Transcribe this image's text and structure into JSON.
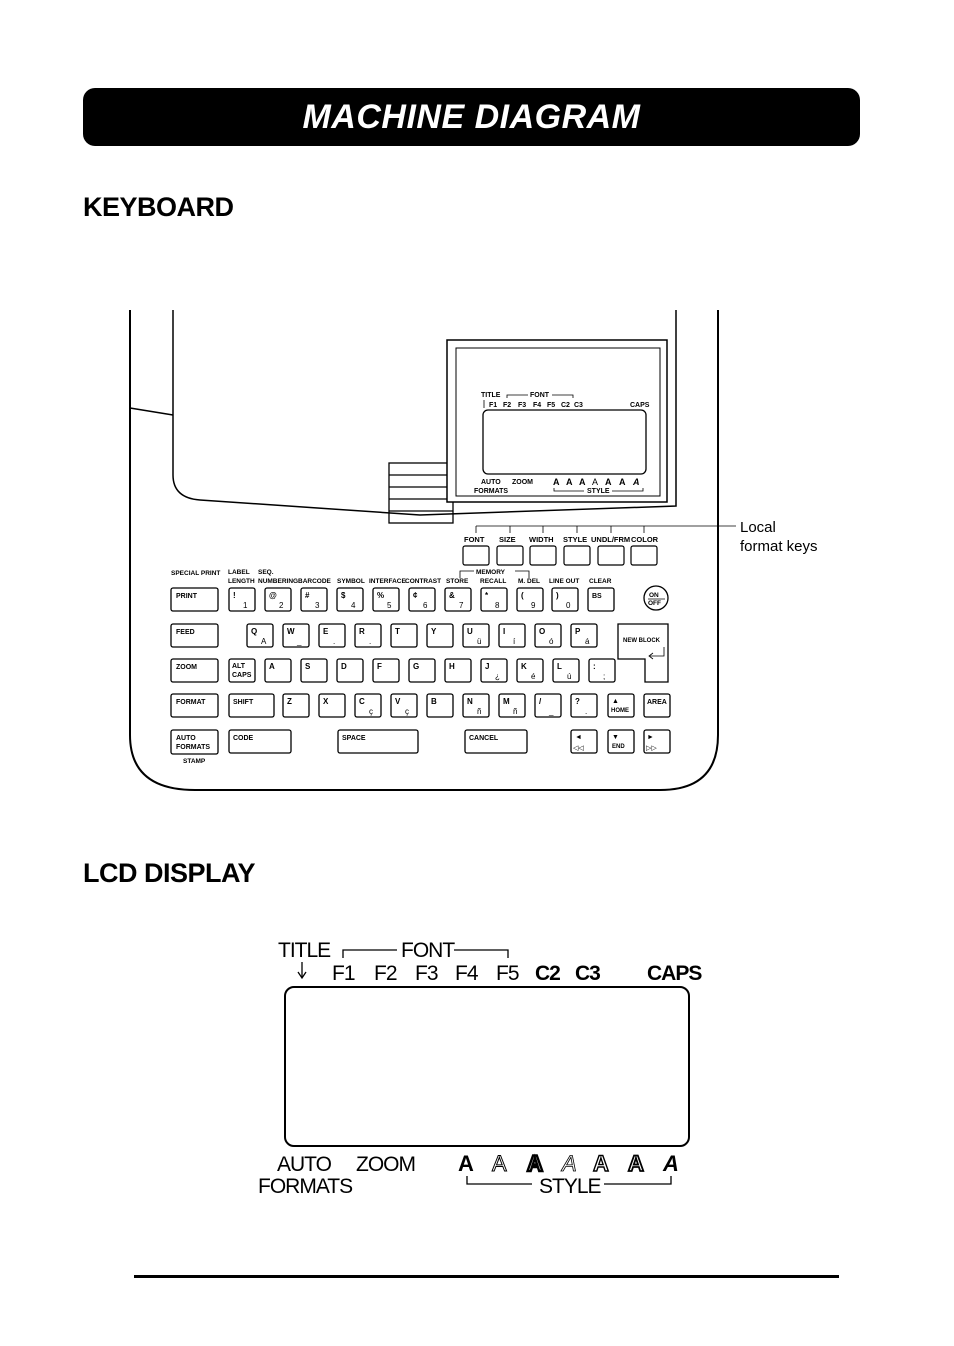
{
  "banner": {
    "title": "MACHINE DIAGRAM"
  },
  "sections": {
    "keyboard": "KEYBOARD",
    "lcd": "LCD DISPLAY"
  },
  "callout": {
    "line1": "Local",
    "line2": "format keys"
  },
  "small_lcd": {
    "title": "TITLE",
    "font": "FONT",
    "fonts": [
      "F1",
      "F2",
      "F3",
      "F4",
      "F5",
      "C2",
      "C3"
    ],
    "caps": "CAPS",
    "auto": "AUTO",
    "formats": "FORMATS",
    "zoom": "ZOOM",
    "style": "STYLE"
  },
  "format_keys": [
    "FONT",
    "SIZE",
    "WIDTH",
    "STYLE",
    "UNDL/FRM",
    "COLOR"
  ],
  "function_labels": {
    "special_print": "SPECIAL PRINT",
    "label": "LABEL",
    "length": "LENGTH",
    "seq": "SEQ.",
    "numbering": "NUMBERING",
    "barcode": "BARCODE",
    "symbol": "SYMBOL",
    "interface": "INTERFACE",
    "contrast": "CONTRAST",
    "memory": "MEMORY",
    "store": "STORE",
    "recall": "RECALL",
    "mdel": "M. DEL",
    "lineout": "LINE OUT",
    "clear": "CLEAR",
    "stamp": "STAMP"
  },
  "keys": {
    "print": "PRINT",
    "feed": "FEED",
    "zoom": "ZOOM",
    "format": "FORMAT",
    "auto_formats_1": "AUTO",
    "auto_formats_2": "FORMATS",
    "alt": "ALT",
    "caps": "CAPS",
    "shift": "SHIFT",
    "code": "CODE",
    "space": "SPACE",
    "cancel": "CANCEL",
    "bs": "BS",
    "on": "ON",
    "off": "OFF",
    "new_block": "NEW BLOCK",
    "area": "AREA",
    "home": "HOME",
    "end": "END",
    "row1": [
      {
        "top": "!",
        "bottom": "1"
      },
      {
        "top": "@",
        "bottom": "2"
      },
      {
        "top": "#",
        "bottom": "3"
      },
      {
        "top": "$",
        "bottom": "4"
      },
      {
        "top": "%",
        "bottom": "5"
      },
      {
        "top": "¢",
        "bottom": "6"
      },
      {
        "top": "&",
        "bottom": "7"
      },
      {
        "top": "*",
        "bottom": "8"
      },
      {
        "top": "(",
        "bottom": "9"
      },
      {
        "top": ")",
        "bottom": "0"
      }
    ],
    "row2": [
      {
        "top": "Q",
        "bottom": "A"
      },
      {
        "top": "W",
        "bottom": "_"
      },
      {
        "top": "E",
        "bottom": "."
      },
      {
        "top": "R",
        "bottom": "."
      },
      {
        "top": "T",
        "bottom": ""
      },
      {
        "top": "Y",
        "bottom": ""
      },
      {
        "top": "U",
        "bottom": "ü"
      },
      {
        "top": "I",
        "bottom": "í"
      },
      {
        "top": "O",
        "bottom": "ó"
      },
      {
        "top": "P",
        "bottom": "á"
      }
    ],
    "row3": [
      {
        "top": "A",
        "bottom": ""
      },
      {
        "top": "S",
        "bottom": ""
      },
      {
        "top": "D",
        "bottom": ""
      },
      {
        "top": "F",
        "bottom": ""
      },
      {
        "top": "G",
        "bottom": ""
      },
      {
        "top": "H",
        "bottom": ""
      },
      {
        "top": "J",
        "bottom": "¿"
      },
      {
        "top": "K",
        "bottom": "é"
      },
      {
        "top": "L",
        "bottom": "ú"
      },
      {
        "top": ":",
        "bottom": ";"
      }
    ],
    "row4": [
      {
        "top": "Z",
        "bottom": ""
      },
      {
        "top": "X",
        "bottom": ""
      },
      {
        "top": "C",
        "bottom": "ç"
      },
      {
        "top": "V",
        "bottom": "ç"
      },
      {
        "top": "B",
        "bottom": ""
      },
      {
        "top": "N",
        "bottom": "ñ"
      },
      {
        "top": "M",
        "bottom": "ñ"
      },
      {
        "top": "/",
        "bottom": "_"
      },
      {
        "top": "?",
        "bottom": "."
      }
    ]
  },
  "lcd": {
    "title": "TITLE",
    "font": "FONT",
    "fonts": [
      "F1",
      "F2",
      "F3",
      "F4",
      "F5",
      "C2",
      "C3"
    ],
    "caps": "CAPS",
    "auto": "AUTO",
    "formats": "FORMATS",
    "zoom": "ZOOM",
    "style": "STYLE",
    "style_glyphs": [
      "A",
      "A",
      "A",
      "A",
      "A",
      "A",
      "A"
    ]
  },
  "colors": {
    "ink": "#000000",
    "paper": "#ffffff"
  }
}
